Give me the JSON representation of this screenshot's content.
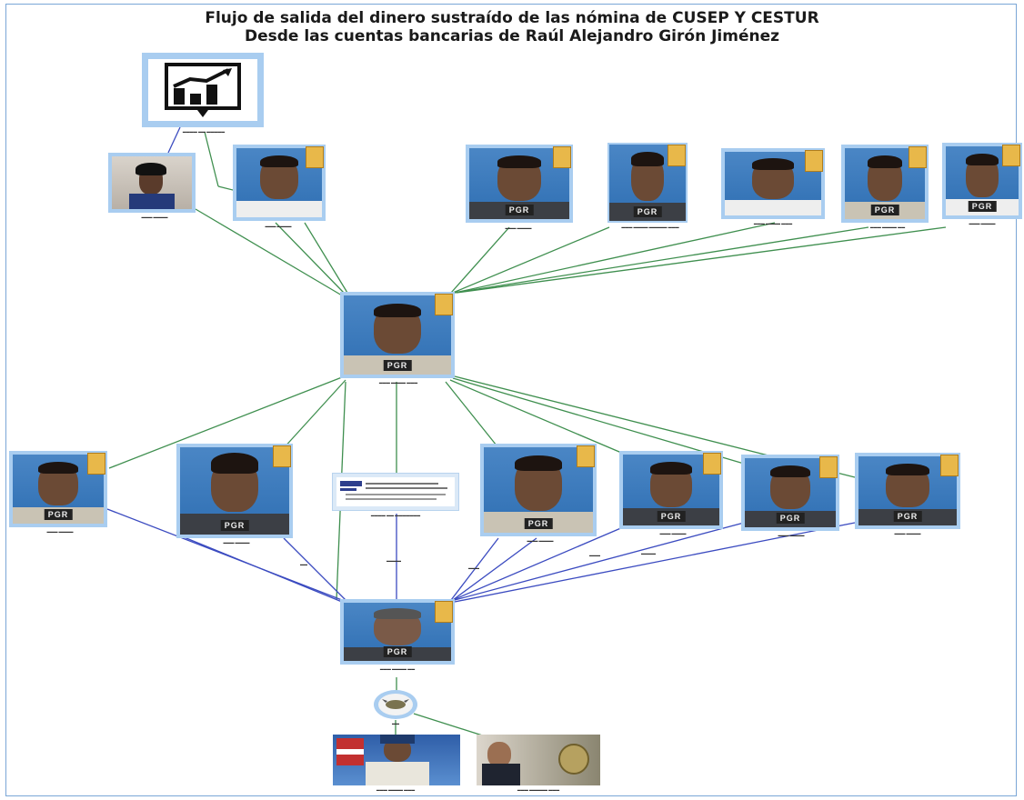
{
  "title_line1": "Flujo de salida del dinero sustraído de las nómina de CUSEP Y CESTUR",
  "title_line2": "Desde las cuentas bancarias de Raúl Alejandro Girón Jiménez",
  "photo_tag": "PGR",
  "colors": {
    "frame_border": "#7aa6d6",
    "node_frame": "#a9cdf0",
    "link_green": "#3f8f4f",
    "link_blue": "#3b4bc0",
    "badge": "#e8b84a"
  },
  "icons": {
    "chart_node": "bar-chart-icon",
    "badge": "shield-badge-icon",
    "round_node": "emblem-icon"
  }
}
